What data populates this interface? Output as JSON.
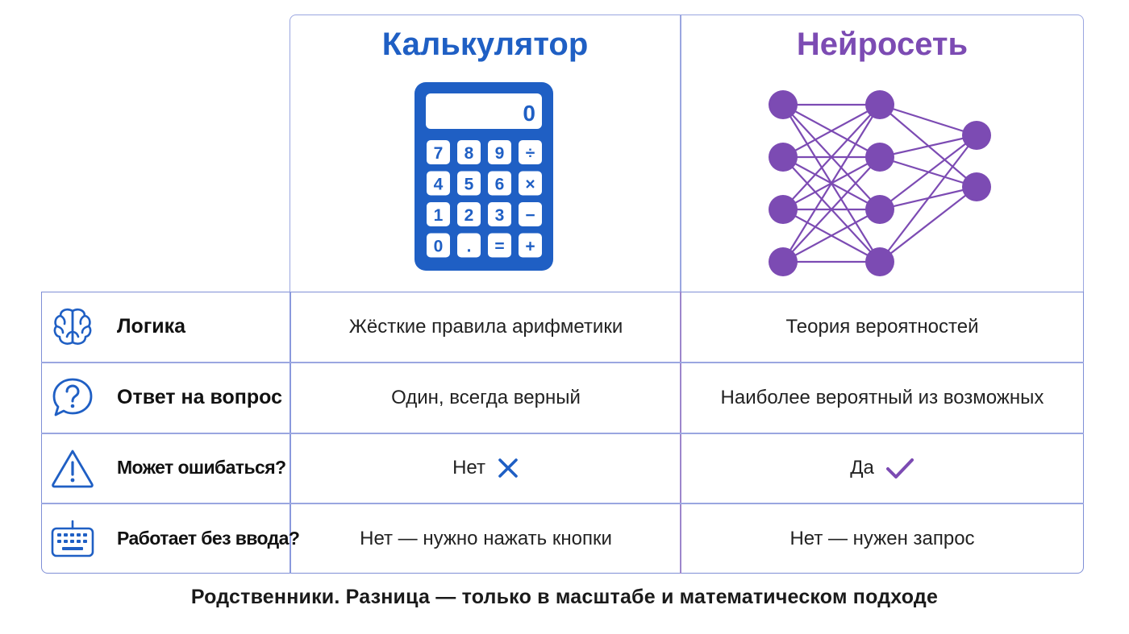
{
  "columns": {
    "calculator": {
      "title": "Калькулятор",
      "color": "#1f5fc4"
    },
    "neural": {
      "title": "Нейросеть",
      "color": "#7c4bb3"
    }
  },
  "calculator_illustration": {
    "display": "0",
    "keys": [
      "7",
      "8",
      "9",
      "÷",
      "4",
      "5",
      "6",
      "×",
      "1",
      "2",
      "3",
      "−",
      "0",
      ".",
      "=",
      "+"
    ]
  },
  "neural_illustration": {
    "layers": [
      4,
      4,
      2
    ]
  },
  "rows": [
    {
      "icon": "brain-icon",
      "label": "Логика",
      "calculator": "Жёсткие правила арифметики",
      "neural": "Теория вероятностей"
    },
    {
      "icon": "question-bubble-icon",
      "label": "Ответ на вопрос",
      "calculator": "Один, всегда верный",
      "neural": "Наиболее вероятный из возможных"
    },
    {
      "icon": "warning-icon",
      "label": "Может ошибаться?",
      "calculator": "Нет",
      "neural": "Да",
      "calculator_mark": "cross-icon",
      "neural_mark": "check-icon"
    },
    {
      "icon": "keyboard-icon",
      "label": "Работает без ввода?",
      "calculator": "Нет — нужно нажать кнопки",
      "neural": "Нет — нужен запрос"
    }
  ],
  "caption": "Родственники. Разница — только в масштабе и математическом подходе"
}
